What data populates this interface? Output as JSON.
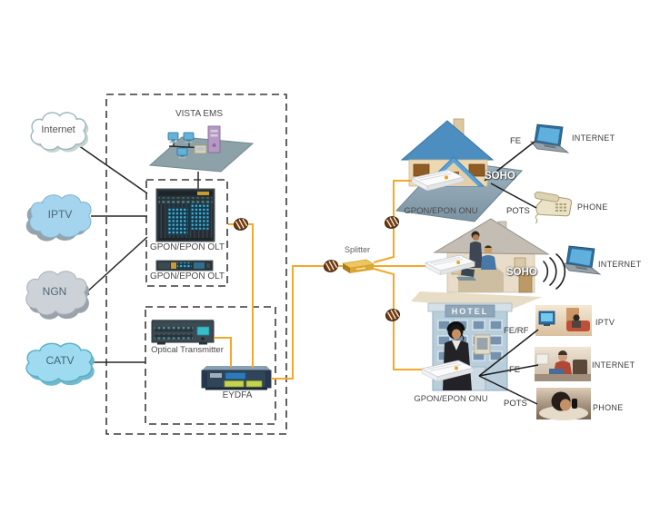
{
  "clouds": {
    "internet": "Internet",
    "iptv": "IPTV",
    "ngn": "NGN",
    "catv": "CATV"
  },
  "central_office": {
    "ems": "VISTA EMS",
    "olt_main": "GPON/EPON OLT",
    "olt_secondary": "GPON/EPON OLT",
    "optical_transmitter": "Optical Transmitter",
    "eydfa": "EYDFA"
  },
  "odn": {
    "splitter": "Splitter"
  },
  "soho_top": {
    "name": "SOHO",
    "onu": "GPON/EPON ONU",
    "fe_port": "FE",
    "fe_device": "INTERNET",
    "pots_port": "POTS",
    "pots_device": "PHONE"
  },
  "soho_mid": {
    "name": "SOHO",
    "wifi_device": "INTERNET"
  },
  "hotel": {
    "sign": "HOTEL",
    "onu": "GPON/EPON ONU",
    "fe_rf_port": "FE/RF",
    "fe_rf_device": "IPTV",
    "fe_port": "FE",
    "fe_device": "INTERNET",
    "pots_port": "POTS",
    "pots_device": "PHONE"
  },
  "colors": {
    "fiber": "#F4A829",
    "link": "#222222",
    "roof_blue": "#4C8EC0",
    "splitter_gold": "#D9A733",
    "iptv_cloud": "#A5D5EE",
    "ngn_cloud": "#CDD2D8",
    "catv_cloud": "#9FDBF0",
    "hotel_wall": "#B9CEDB"
  }
}
